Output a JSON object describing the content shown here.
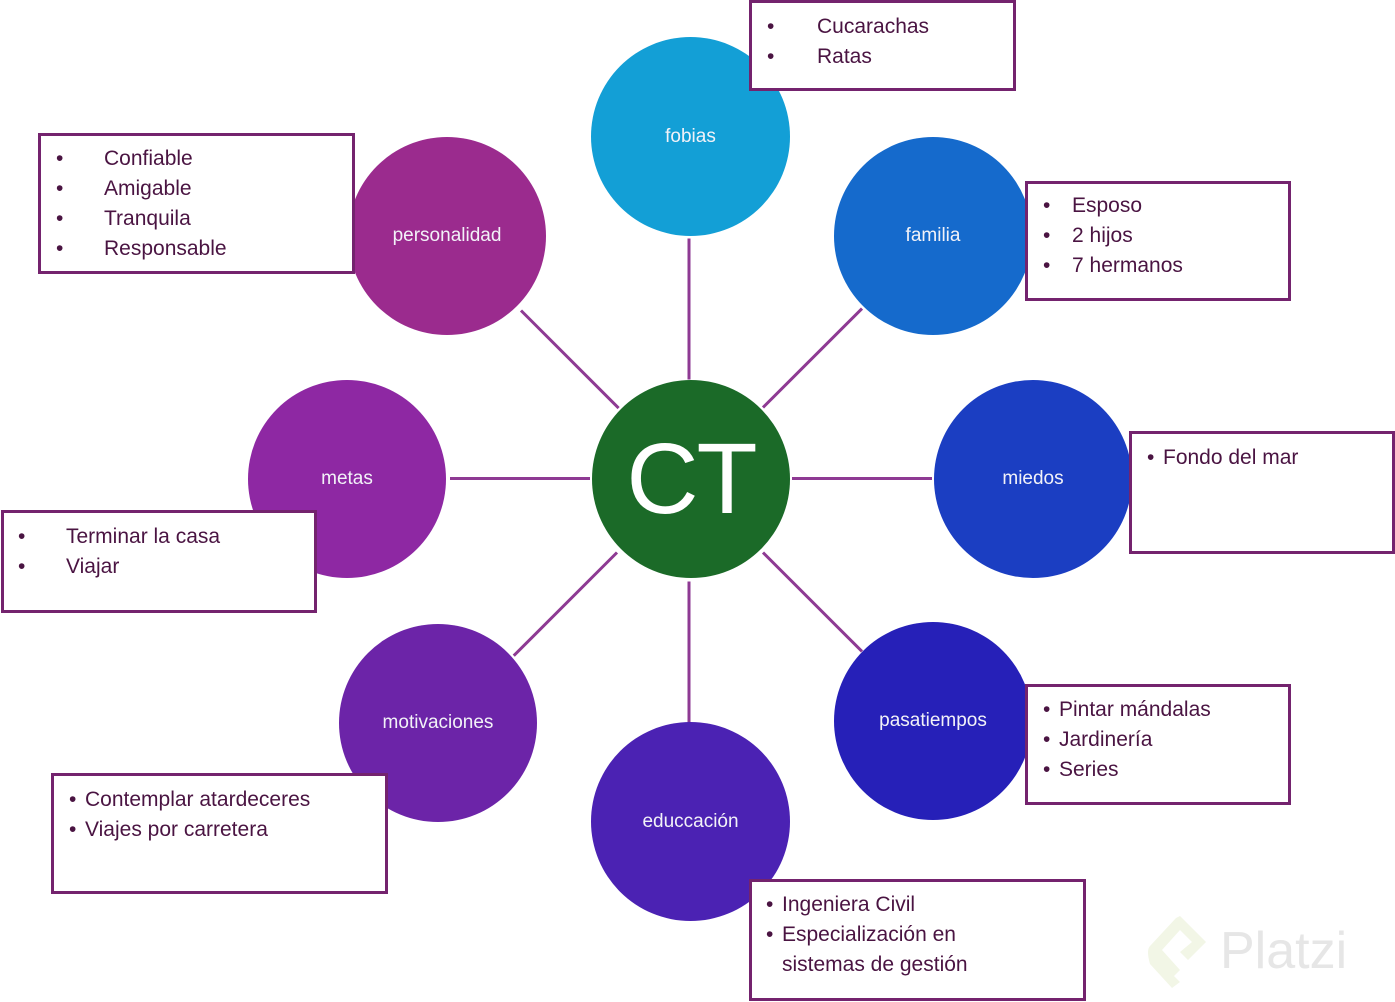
{
  "center": {
    "label": "CT",
    "color": "#1b6a28"
  },
  "connector_color": "#8e3a93",
  "box_border_color": "#74236e",
  "nodes": [
    {
      "id": "fobias",
      "label": "fobias",
      "color": "#139fd6",
      "items": [
        "Cucarachas",
        "Ratas"
      ]
    },
    {
      "id": "familia",
      "label": "familia",
      "color": "#156acc",
      "items": [
        "Esposo",
        "2 hijos",
        "7 hermanos"
      ]
    },
    {
      "id": "miedos",
      "label": "miedos",
      "color": "#1b3ec2",
      "items": [
        "Fondo del mar"
      ]
    },
    {
      "id": "pasatiempos",
      "label": "pasatiempos",
      "color": "#2620b8",
      "items": [
        "Pintar mándalas",
        "Jardinería",
        "Series"
      ]
    },
    {
      "id": "educcacion",
      "label": "educcación",
      "color": "#4b22b3",
      "items": [
        "Ingeniera Civil",
        "Especialización en sistemas de gestión"
      ]
    },
    {
      "id": "motivaciones",
      "label": "motivaciones",
      "color": "#6c24a8",
      "items": [
        "Contemplar atardeceres",
        "Viajes por carretera"
      ]
    },
    {
      "id": "metas",
      "label": "metas",
      "color": "#8e28a3",
      "items": [
        "Terminar la casa",
        "Viajar"
      ]
    },
    {
      "id": "personalidad",
      "label": "personalidad",
      "color": "#9b2b8e",
      "items": [
        "Confiable",
        "Amigable",
        "Tranquila",
        "Responsable"
      ]
    }
  ],
  "bullet_glyph": "•",
  "watermark": {
    "text": "Platzi"
  }
}
